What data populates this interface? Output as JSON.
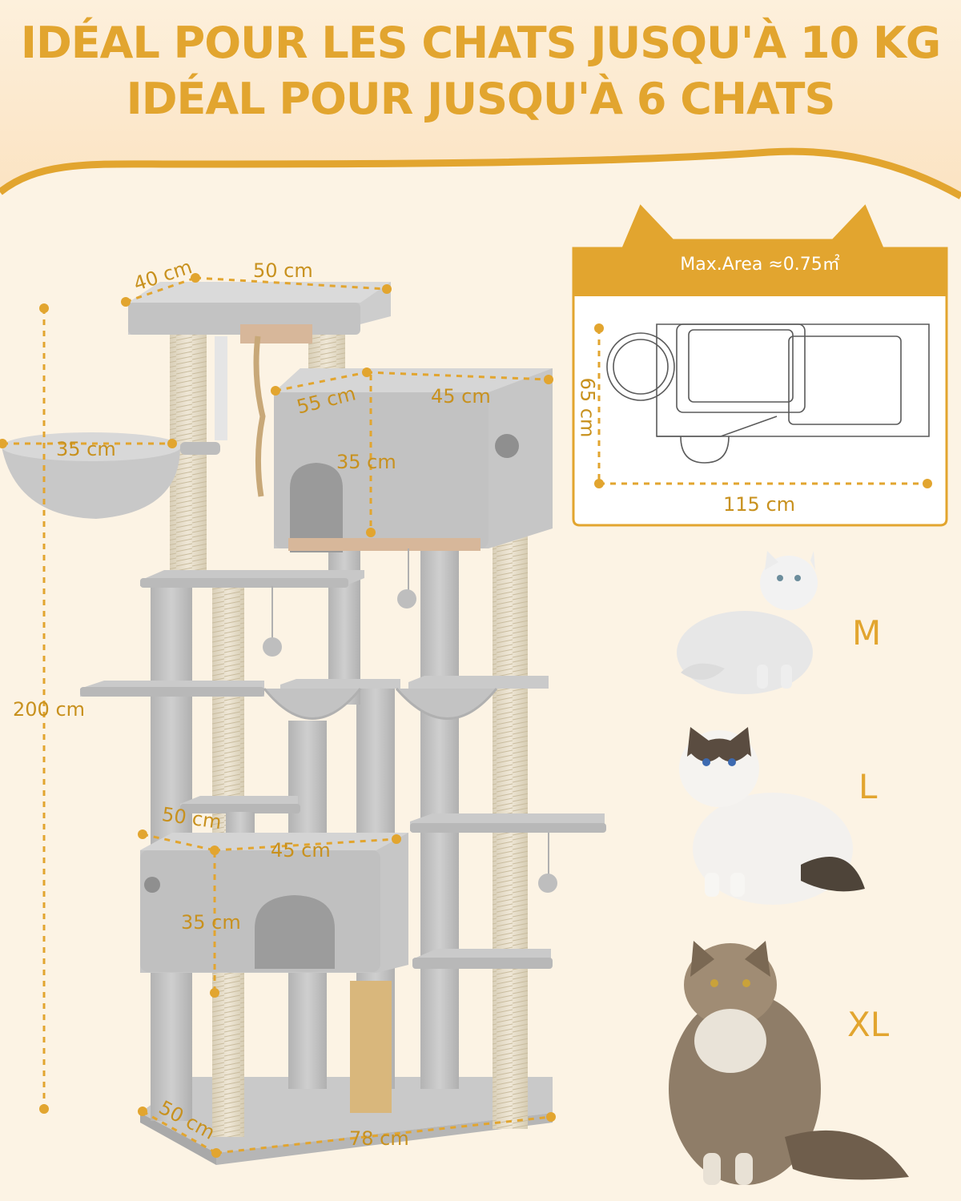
{
  "header": {
    "title_line_1": "IDÉAL POUR LES CHATS JUSQU'À 10 KG",
    "title_line_2": "IDÉAL POUR JUSQU'À 6 CHATS"
  },
  "dimensions": {
    "top_depth": "40 cm",
    "top_width": "50 cm",
    "hammock_basket": "35 cm",
    "upper_condo_depth": "55 cm",
    "upper_condo_width": "45 cm",
    "upper_condo_height": "35 cm",
    "total_height": "200 cm",
    "lower_condo_depth": "50 cm",
    "lower_condo_width": "45 cm",
    "lower_condo_height": "35 cm",
    "base_depth": "50 cm",
    "base_width": "78 cm"
  },
  "footprint": {
    "area_label": "Max.Area ≈0.75㎡",
    "depth": "65 cm",
    "width": "115 cm"
  },
  "cat_sizes": [
    {
      "label": "M"
    },
    {
      "label": "L"
    },
    {
      "label": "XL"
    }
  ],
  "colors": {
    "accent": "#e2a52f",
    "background": "#fcf3e4",
    "plush": "#c4c4c4",
    "sisal": "#e8dfca"
  }
}
